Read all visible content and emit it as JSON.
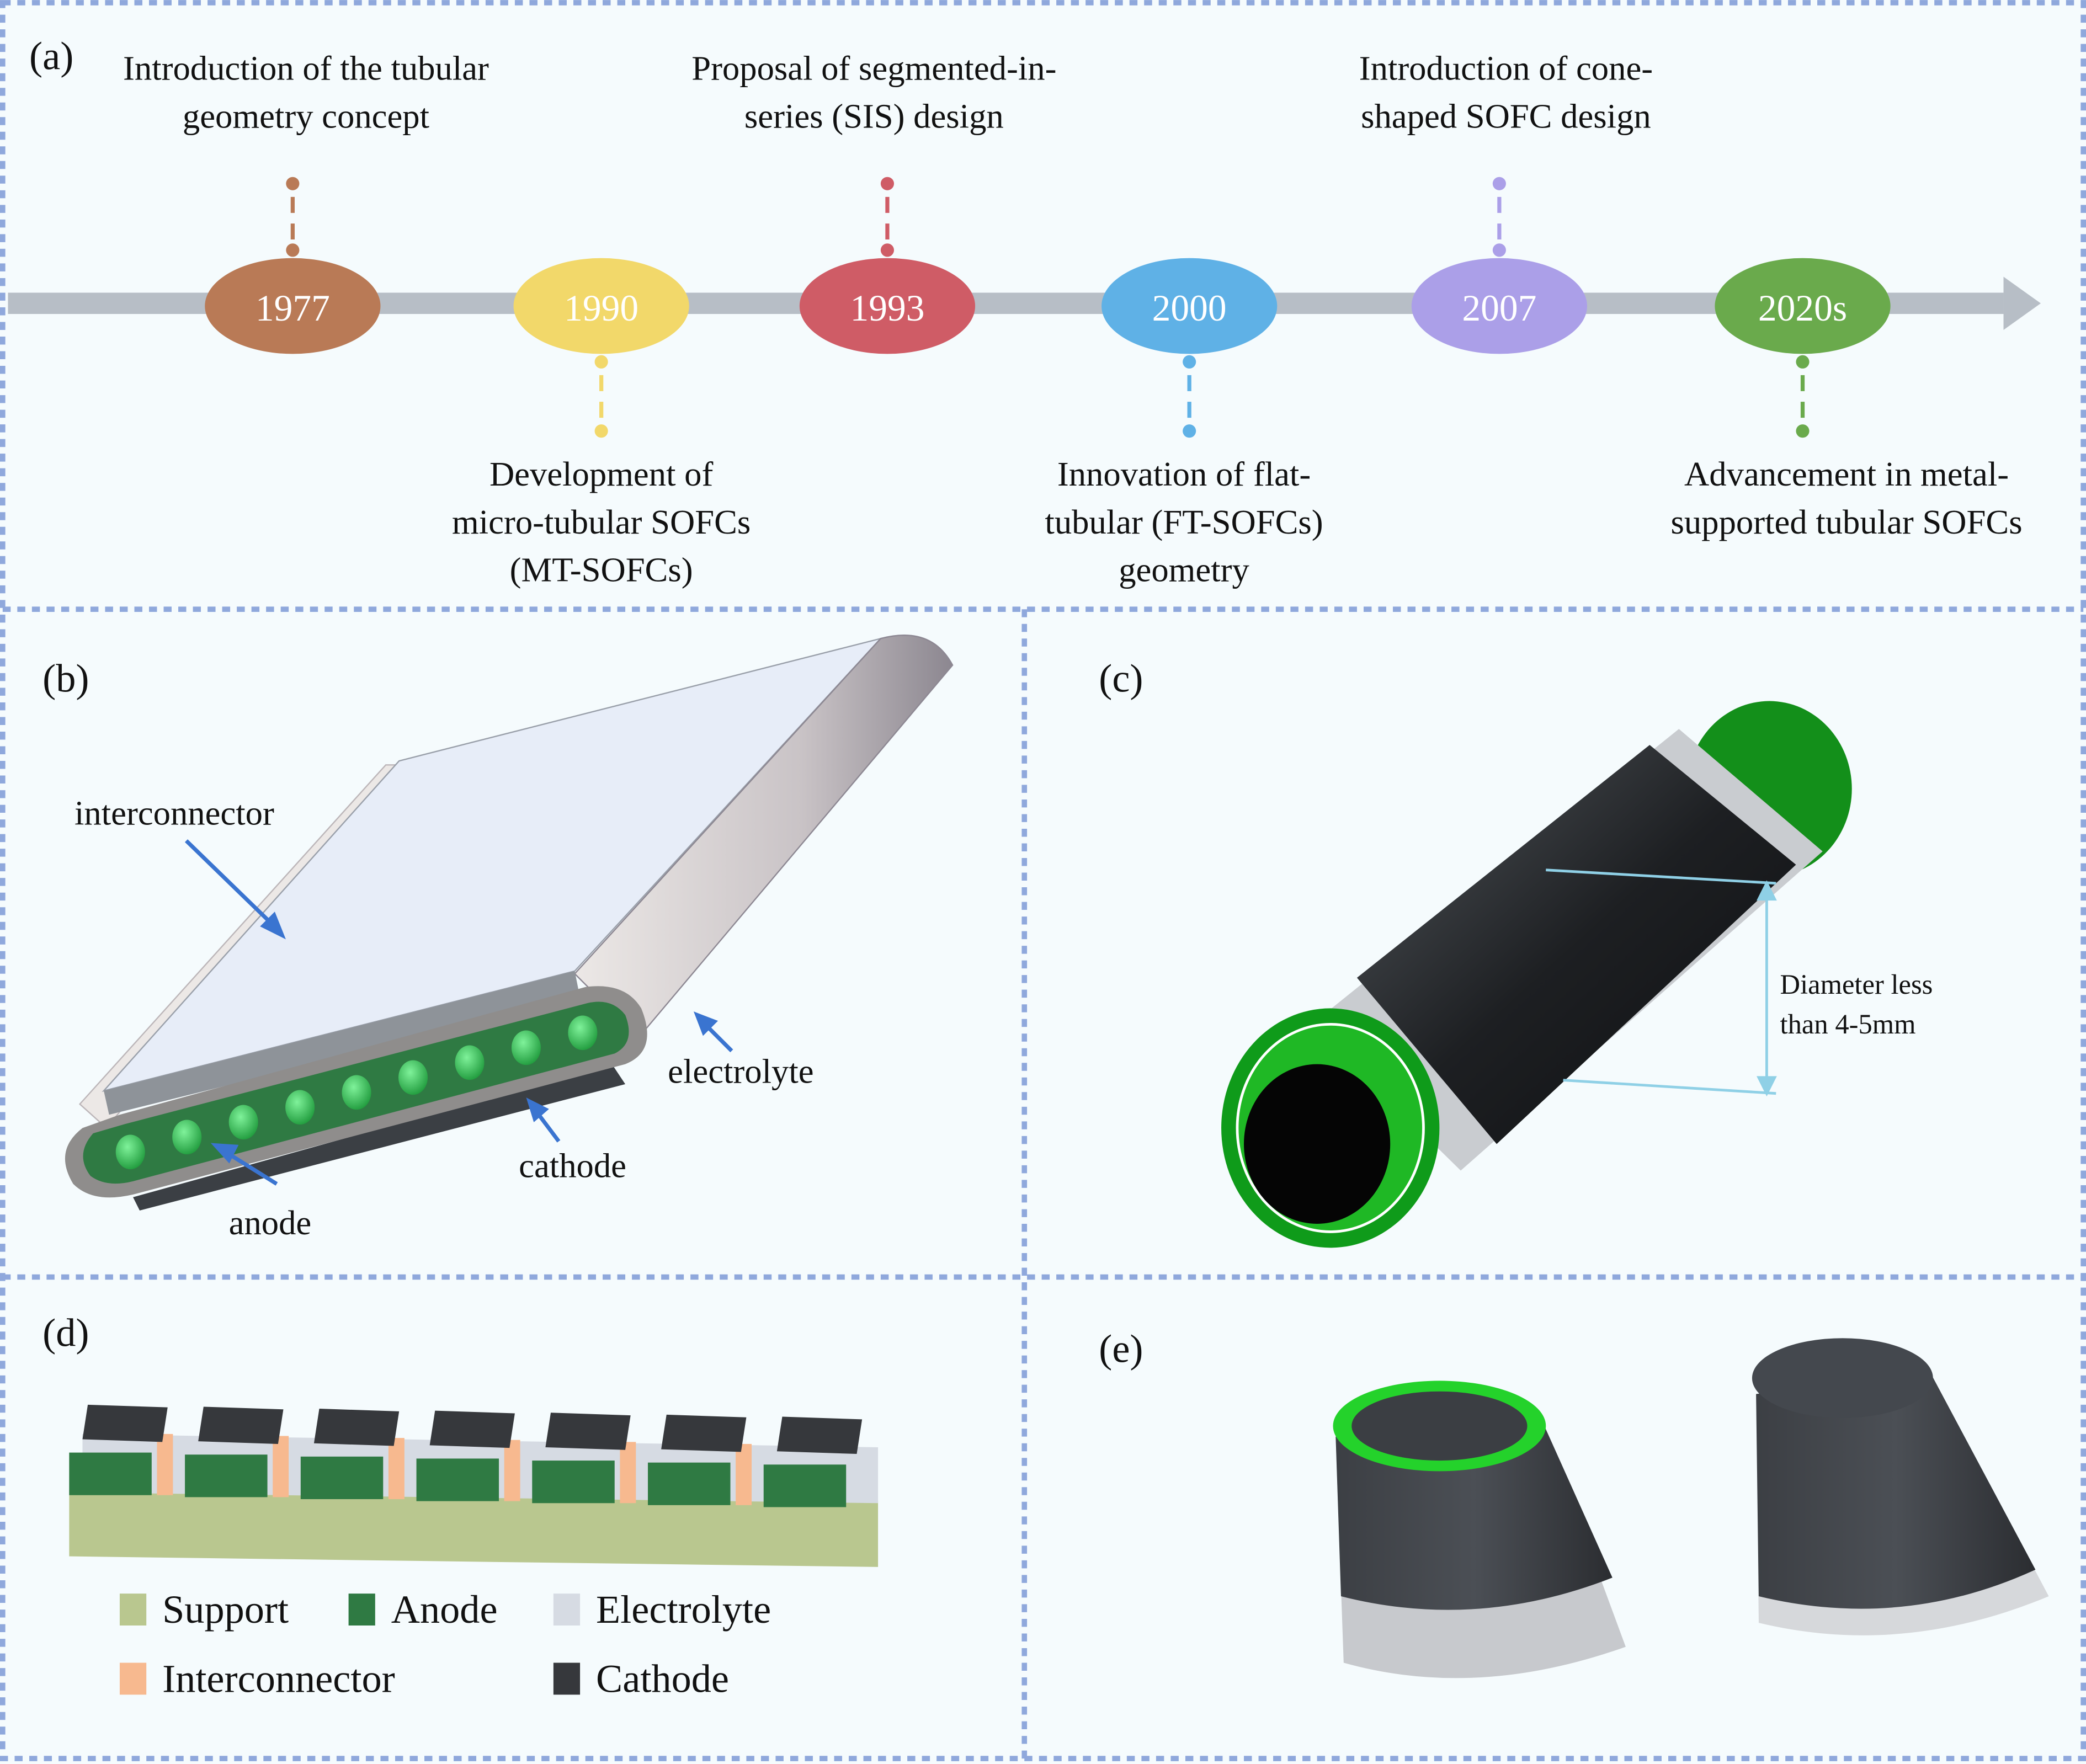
{
  "panels": {
    "a": {
      "label": "(a)",
      "milestones": [
        {
          "year": "1977",
          "color": "#b97a56",
          "text": [
            "Introduction of the tubular",
            "geometry concept"
          ],
          "side": "top"
        },
        {
          "year": "1990",
          "color": "#f2d86a",
          "text": [
            "Development of",
            "micro-tubular SOFCs",
            "(MT-SOFCs)"
          ],
          "side": "bottom"
        },
        {
          "year": "1993",
          "color": "#cf5c66",
          "text": [
            "Proposal of segmented-in-",
            "series (SIS) design"
          ],
          "side": "top"
        },
        {
          "year": "2000",
          "color": "#5fb1e6",
          "text": [
            "Innovation of flat-",
            "tubular (FT-SOFCs)",
            "geometry"
          ],
          "side": "bottom"
        },
        {
          "year": "2007",
          "color": "#ab9fe8",
          "text": [
            "Introduction of cone-",
            "shaped SOFC design"
          ],
          "side": "top"
        },
        {
          "year": "2020s",
          "color": "#6aaa4c",
          "text": [
            "Advancement in metal-",
            "supported tubular SOFCs"
          ],
          "side": "bottom"
        }
      ]
    },
    "b": {
      "label": "(b)",
      "callouts": {
        "interconnector": "interconnector",
        "electrolyte": "electrolyte",
        "cathode": "cathode",
        "anode": "anode"
      }
    },
    "c": {
      "label": "(c)",
      "dimension": [
        "Diameter less",
        "than 4-5mm"
      ]
    },
    "d": {
      "label": "(d)",
      "legend": [
        {
          "name": "Support",
          "color": "#b9c78f"
        },
        {
          "name": "Anode",
          "color": "#2f7a43"
        },
        {
          "name": "Electrolyte",
          "color": "#d6dbe3"
        },
        {
          "name": "Interconnector",
          "color": "#f7b98f"
        },
        {
          "name": "Cathode",
          "color": "#36383c"
        }
      ]
    },
    "e": {
      "label": "(e)"
    }
  },
  "colors": {
    "border": "#8fa8dc",
    "axis": "#b7bec6",
    "callout_arrow": "#3a74d0"
  }
}
